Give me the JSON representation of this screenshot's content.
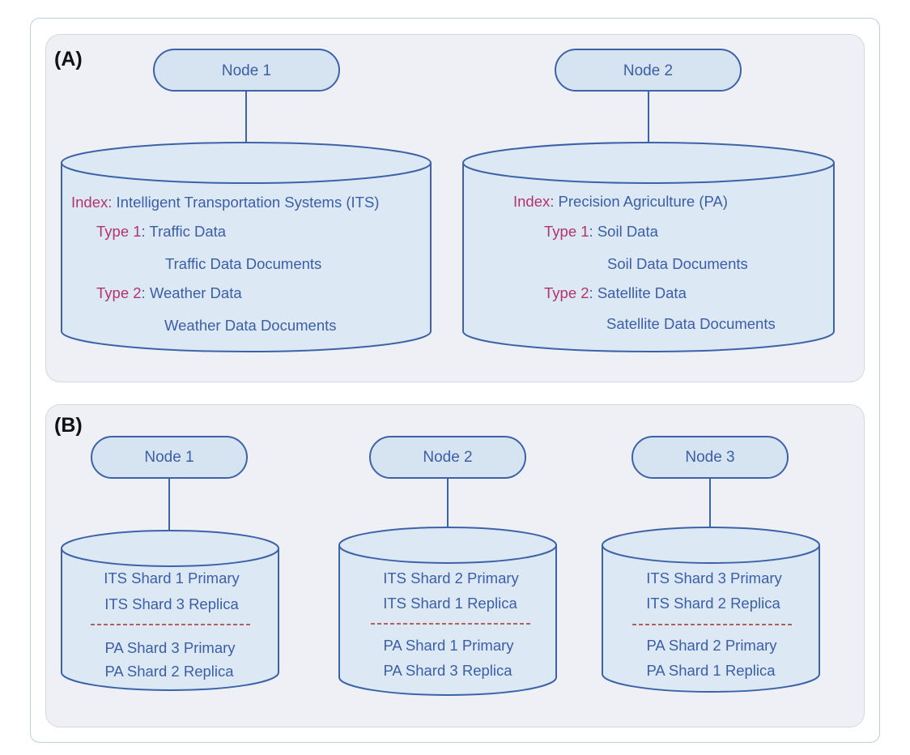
{
  "colors": {
    "node_fill": "#d6e4f2",
    "stroke": "#3c63a9",
    "text_blue": "#3b5ea8",
    "keyword_red": "#b2346b",
    "divider": "#b04848",
    "panel_bg": "#eef0f5"
  },
  "panel_a": {
    "label": "(A)",
    "nodes": [
      {
        "name": "Node 1",
        "index_kw": "Index:",
        "index_value": "Intelligent Transportation Systems (ITS)",
        "type1_kw": "Type 1",
        "type1_value": ": Traffic Data",
        "type1_docs": "Traffic Data Documents",
        "type2_kw": "Type 2",
        "type2_value": ": Weather Data",
        "type2_docs": "Weather Data Documents"
      },
      {
        "name": "Node 2",
        "index_kw": "Index:",
        "index_value": "Precision Agriculture (PA)",
        "type1_kw": "Type 1",
        "type1_value": ": Soil Data",
        "type1_docs": "Soil Data Documents",
        "type2_kw": "Type 2",
        "type2_value": ": Satellite Data",
        "type2_docs": "Satellite Data Documents"
      }
    ]
  },
  "panel_b": {
    "label": "(B)",
    "nodes": [
      {
        "name": "Node 1",
        "its_primary": "ITS Shard 1 Primary",
        "its_replica": "ITS Shard 3 Replica",
        "pa_primary": "PA Shard 3 Primary",
        "pa_replica": "PA Shard 2 Replica"
      },
      {
        "name": "Node 2",
        "its_primary": "ITS Shard 2 Primary",
        "its_replica": "ITS Shard 1 Replica",
        "pa_primary": "PA Shard 1 Primary",
        "pa_replica": "PA Shard 3 Replica"
      },
      {
        "name": "Node 3",
        "its_primary": "ITS Shard 3 Primary",
        "its_replica": "ITS Shard 2 Replica",
        "pa_primary": "PA Shard 2 Primary",
        "pa_replica": "PA Shard 1 Replica"
      }
    ]
  }
}
